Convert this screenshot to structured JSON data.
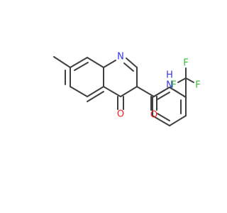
{
  "molecule": {
    "atoms": [
      {
        "id": "n_ring",
        "symbol": "N",
        "color": "#3333ee"
      },
      {
        "id": "n_bridge",
        "symbol": "N",
        "color": "#3333ee"
      },
      {
        "id": "o_ketone",
        "symbol": "O",
        "color": "#ee2222"
      },
      {
        "id": "o_amide",
        "symbol": "O",
        "color": "#ee2222"
      },
      {
        "id": "nh_amide",
        "symbol": "N",
        "color": "#3333ee"
      },
      {
        "id": "h_amide",
        "symbol": "H",
        "color": "#3333ee"
      },
      {
        "id": "f_top",
        "symbol": "F",
        "color": "#33bb33"
      },
      {
        "id": "f_left",
        "symbol": "F",
        "color": "#33bb33"
      },
      {
        "id": "f_right",
        "symbol": "F",
        "color": "#33bb33"
      }
    ],
    "bond_color": "#3f3f3f"
  }
}
